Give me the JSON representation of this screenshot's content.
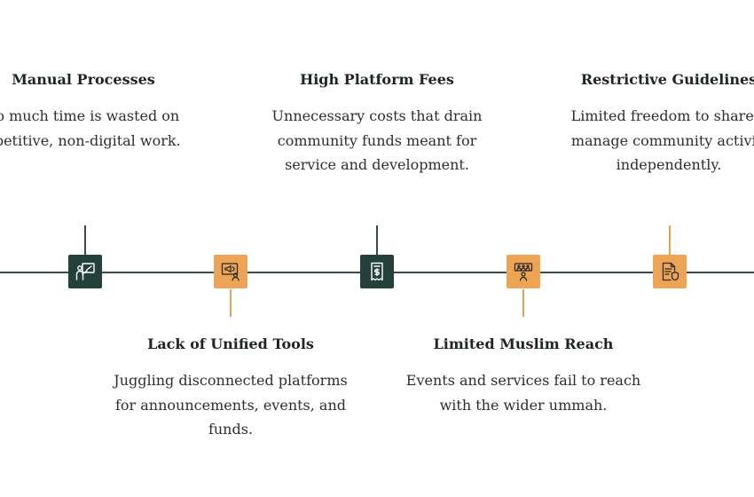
{
  "items": [
    {
      "title": "Manual Processes",
      "description_lines": [
        "oo much time is wasted on",
        "epetitive, non-digital work."
      ],
      "icon": "presentation-board-icon",
      "node_style": "dark"
    },
    {
      "title": "Lack of Unified Tools",
      "description_lines": [
        "Juggling disconnected platforms",
        "for announcements, events, and",
        "funds."
      ],
      "icon": "announcement-screen-icon",
      "node_style": "orange"
    },
    {
      "title": "High Platform Fees",
      "description_lines": [
        "Unnecessary costs that drain",
        "community funds meant for",
        "service and development."
      ],
      "icon": "dollar-receipt-icon",
      "node_style": "dark"
    },
    {
      "title": "Limited Muslim Reach",
      "description_lines": [
        "Events and services fail to reach",
        "with the wider ummah."
      ],
      "icon": "audience-speaker-icon",
      "node_style": "orange"
    },
    {
      "title": "Restrictive Guidelines",
      "description_lines": [
        "Limited freedom to share a",
        "manage community activiti",
        "independently."
      ],
      "icon": "document-shield-icon",
      "node_style": "orange"
    }
  ],
  "colors": {
    "dark_node": "#24403a",
    "orange_node": "#eda555",
    "line": "#3c4a46",
    "orange_connector": "#e4a453"
  }
}
